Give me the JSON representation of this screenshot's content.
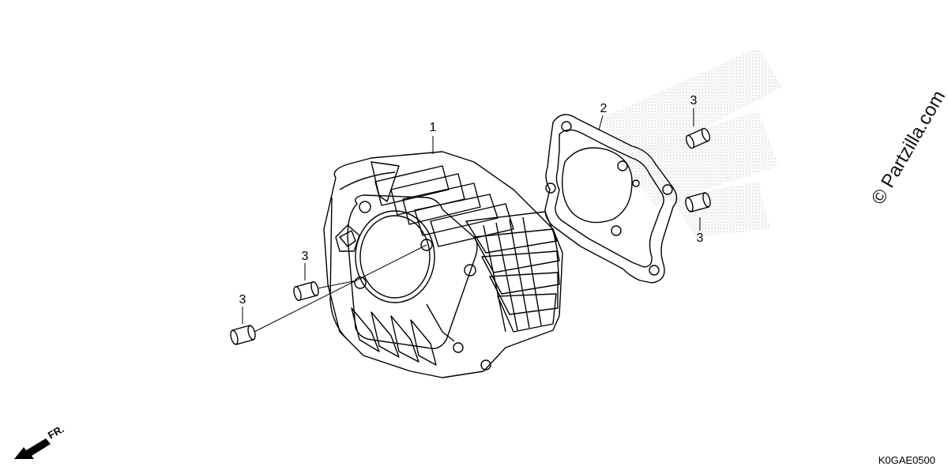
{
  "callouts": [
    {
      "id": "c1",
      "text": "1",
      "part": "cylinder"
    },
    {
      "id": "c2",
      "text": "2",
      "part": "gasket"
    },
    {
      "id": "c3a",
      "text": "3",
      "part": "dowel-pin"
    },
    {
      "id": "c3b",
      "text": "3",
      "part": "dowel-pin"
    },
    {
      "id": "c3c",
      "text": "3",
      "part": "dowel-pin"
    },
    {
      "id": "c3d",
      "text": "3",
      "part": "dowel-pin"
    }
  ],
  "front_indicator": "FR.",
  "diagram_code": "K0GAE0500",
  "watermark": "© Partzilla.com"
}
